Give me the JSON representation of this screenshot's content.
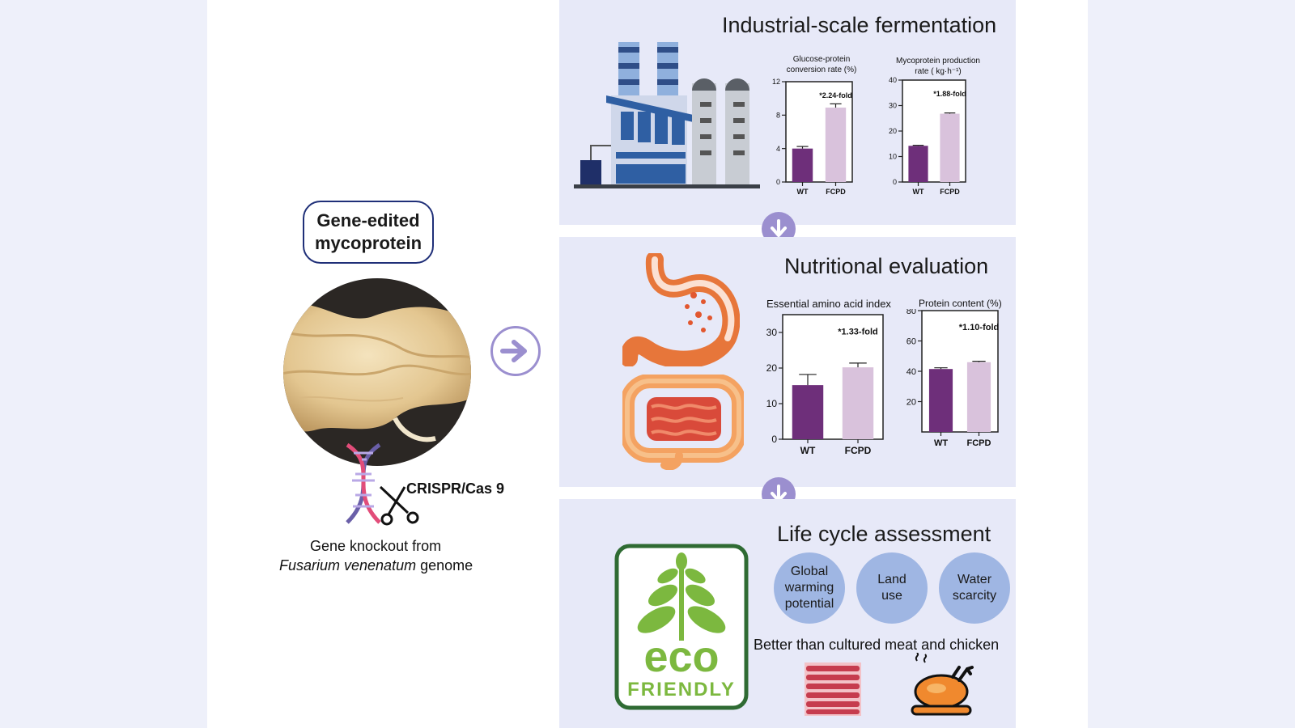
{
  "badge": {
    "line1": "Gene-edited",
    "line2": "mycoprotein"
  },
  "crispr_label": "CRISPR/Cas 9",
  "knockout": {
    "line1": "Gene knockout from",
    "species": "Fusarium venenatum",
    "suffix": " genome"
  },
  "sections": {
    "fermentation": "Industrial-scale fermentation",
    "nutrition": "Nutritional evaluation",
    "lca": "Life cycle assessment"
  },
  "chart_data": [
    {
      "type": "bar",
      "title_lines": [
        "Glucose-protein",
        "conversion rate (%)"
      ],
      "categories": [
        "WT",
        "FCPD"
      ],
      "values": [
        4.0,
        8.9
      ],
      "errors": [
        0.25,
        0.45
      ],
      "ylim": [
        0,
        12
      ],
      "yticks": [
        0,
        4,
        8,
        12
      ],
      "annotation": "*2.24-fold"
    },
    {
      "type": "bar",
      "title_lines": [
        "Mycoprotein production",
        "rate ( kg·h⁻¹)"
      ],
      "categories": [
        "WT",
        "FCPD"
      ],
      "values": [
        14.2,
        26.8
      ],
      "errors": [
        0.2,
        0.3
      ],
      "ylim": [
        0,
        40
      ],
      "yticks": [
        0,
        10,
        20,
        30,
        40
      ],
      "annotation": "*1.88-fold"
    },
    {
      "type": "bar",
      "title_lines": [
        "Essential amino acid index"
      ],
      "categories": [
        "WT",
        "FCPD"
      ],
      "values": [
        15.2,
        20.2
      ],
      "errors": [
        3.0,
        1.2
      ],
      "ylim": [
        0,
        35
      ],
      "yticks": [
        0,
        10,
        20,
        30
      ],
      "annotation": "*1.33-fold"
    },
    {
      "type": "bar",
      "title_lines": [
        "Protein content (%)"
      ],
      "categories": [
        "WT",
        "FCPD"
      ],
      "values": [
        41.5,
        46.0
      ],
      "errors": [
        0.8,
        0.6
      ],
      "ylim": [
        0,
        80
      ],
      "yticks": [
        20,
        40,
        60,
        80
      ],
      "annotation": "*1.10-fold"
    }
  ],
  "lca_circles": [
    {
      "lines": [
        "Global",
        "warming",
        "potential"
      ]
    },
    {
      "lines": [
        "Land",
        "use"
      ]
    },
    {
      "lines": [
        "Water",
        "scarcity"
      ]
    }
  ],
  "lca_compare": "Better than cultured meat and chicken",
  "eco_logo": {
    "word1": "eco",
    "word2": "FRIENDLY"
  },
  "colors": {
    "wt_bar": "#6e2f7a",
    "fcpd_bar": "#d9c2dc",
    "arrow": "#9b8fcf",
    "badge_border": "#1f2f78",
    "lca_circle": "#9fb6e3"
  }
}
